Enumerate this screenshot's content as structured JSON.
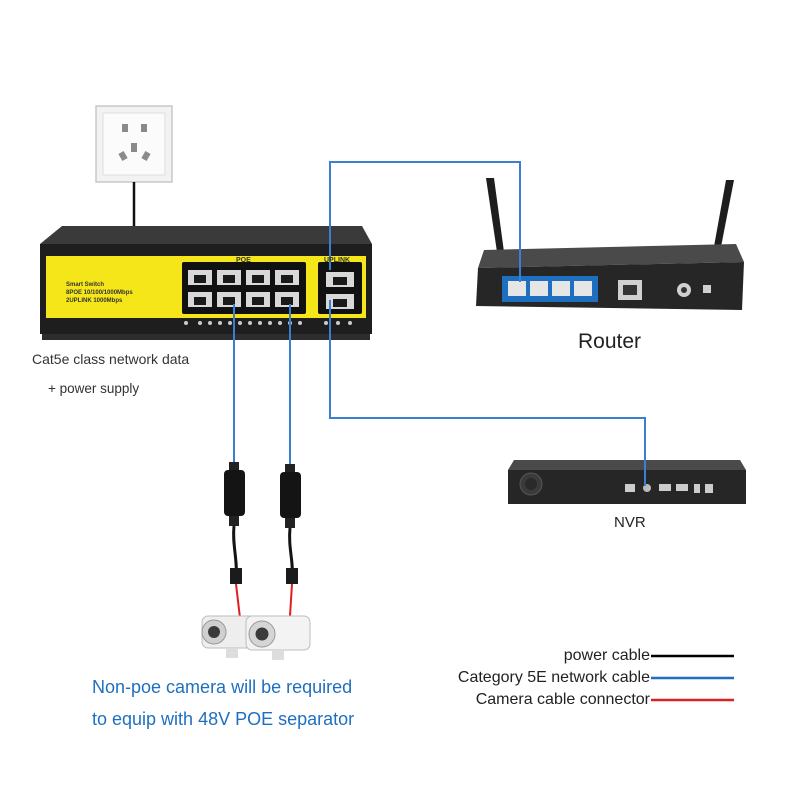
{
  "switch": {
    "brand_line": "Smart Switch",
    "spec_line1": "8POE 10/100/1000Mbps",
    "spec_line2": "2UPLINK 1000Mbps",
    "poe_label": "POE",
    "uplink_label": "UPLINK"
  },
  "devices": {
    "router_label": "Router",
    "nvr_label": "NVR"
  },
  "annotations": {
    "cat5_line": "Cat5e class network data",
    "power_line": "+ power supply",
    "camera_note_line1": "Non-poe camera will be required",
    "camera_note_line2": "to equip with 48V POE separator"
  },
  "legend": {
    "items": [
      {
        "label": "power cable",
        "color": "#000000"
      },
      {
        "label": "Category 5E network cable",
        "color": "#1f6fc0"
      },
      {
        "label": "Camera cable connector",
        "color": "#e02020"
      }
    ]
  },
  "colors": {
    "network_cable": "#3a7fd0",
    "power_cable": "#000000",
    "connector": "#e02020",
    "switch_panel": "#f5e619",
    "device_body": "#2a2a2a"
  }
}
